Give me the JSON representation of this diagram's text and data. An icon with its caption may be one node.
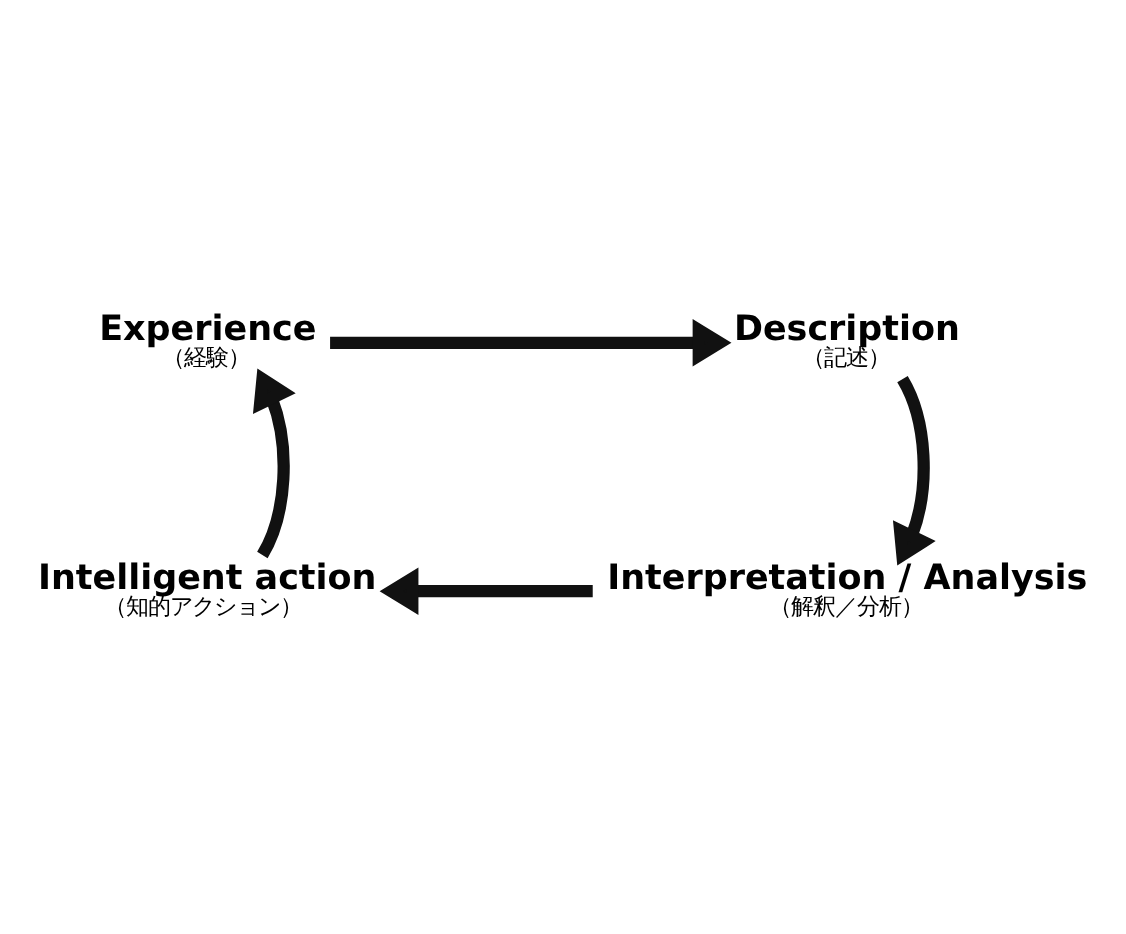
{
  "diagram": {
    "nodes": [
      {
        "text": [
          "Experience",
          "（経験）"
        ]
      },
      {
        "text": [
          "Description",
          "（記述）"
        ]
      },
      {
        "text": [
          "Interpretation / Analysis",
          "（解釈／分析）"
        ]
      },
      {
        "text": [
          "Intelligent action",
          "（知的アクション）"
        ]
      }
    ],
    "edges": [
      {
        "from": 0,
        "to": 1,
        "arrow": "to"
      },
      {
        "from": 1,
        "to": 2,
        "arrow": "to"
      },
      {
        "from": 2,
        "to": 3,
        "arrow": "to"
      },
      {
        "from": 3,
        "to": 0,
        "arrow": "to"
      }
    ]
  }
}
